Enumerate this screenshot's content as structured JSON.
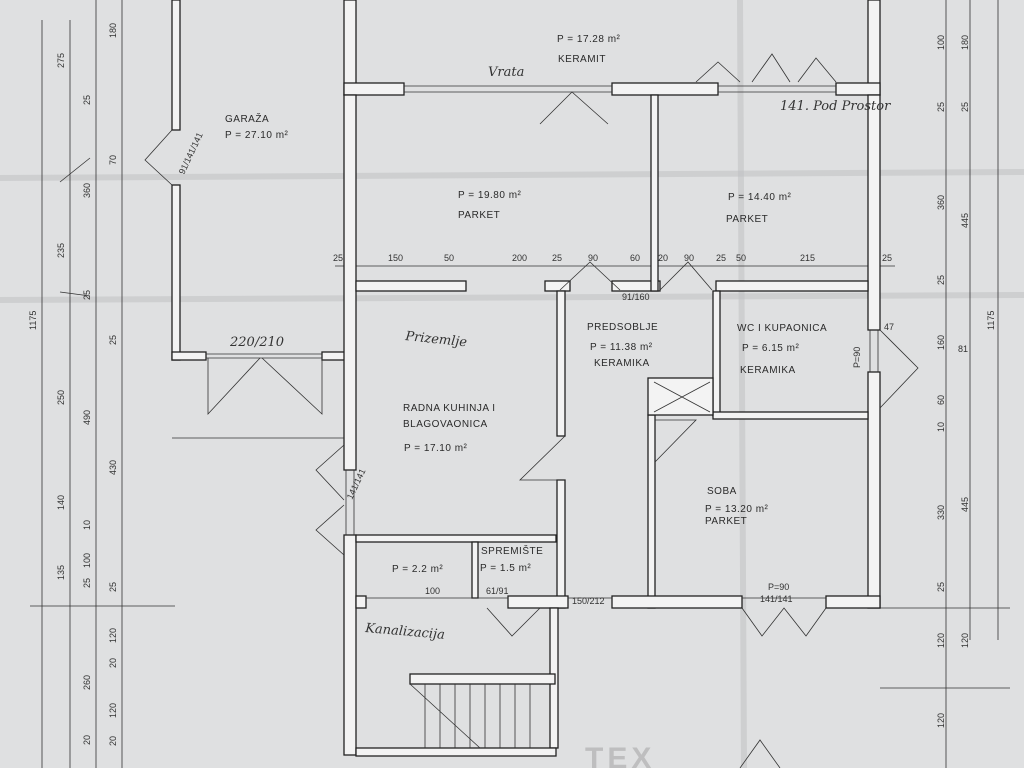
{
  "rooms": {
    "terrace": {
      "area": "P = 17.28 m²",
      "floor": "KERAMIT"
    },
    "garage": {
      "name": "GARAŽA",
      "area": "P = 27.10 m²"
    },
    "living": {
      "area": "P = 19.80 m²",
      "floor": "PARKET"
    },
    "room_ne": {
      "area": "P = 14.40 m²",
      "floor": "PARKET"
    },
    "hall": {
      "name": "PREDSOBLJE",
      "area": "P = 11.38 m²",
      "floor": "KERAMIKA"
    },
    "wc": {
      "name": "WC I KUPAONICA",
      "area": "P = 6.15 m²",
      "floor": "KERAMIKA"
    },
    "kitchen": {
      "name1": "RADNA KUHINJA I",
      "name2": "BLAGOVAONICA",
      "area": "P = 17.10 m²"
    },
    "soba": {
      "name": "SOBA",
      "area": "P = 13.20 m²",
      "floor": "PARKET"
    },
    "small1": {
      "area": "P = 2.2 m²"
    },
    "storage": {
      "name": "SPREMIŠTE",
      "area": "P = 1.5 m²"
    }
  },
  "notes": {
    "vrata": "Vrata",
    "prostor": "141. Pod Prostor",
    "prizemlje": "Prizemlje",
    "kanalizacija": "Kanalizacija",
    "p90_right": "P=90",
    "p90_bottom": "P=90"
  },
  "door_labels": {
    "garage_door": "220/210",
    "garage_side": "91/141/141",
    "kitchen_side": "141/141",
    "win_small1": "100",
    "win_storage": "61/91",
    "win_hall": "150/212",
    "win_soba": "141/141",
    "hall_top": "91/160",
    "wc_win": "47",
    "wc_area": "81"
  },
  "interior_dims": [
    "25",
    "150",
    "50",
    "200",
    "25",
    "90",
    "60",
    "20",
    "90",
    "25",
    "50",
    "215",
    "25"
  ],
  "left_dims_outer": [
    "1175"
  ],
  "left_dims_mid": [
    "275",
    "25",
    "360",
    "235",
    "25",
    "25",
    "250",
    "140",
    "135",
    "25",
    "260",
    "20"
  ],
  "left_dims_inner": [
    "180",
    "70",
    "490",
    "430",
    "10",
    "100",
    "25",
    "120",
    "20",
    "120",
    "20"
  ],
  "right_dims_inner": [
    "100",
    "25",
    "360",
    "25",
    "160",
    "60",
    "10",
    "330",
    "25",
    "120",
    "120"
  ],
  "right_dims_mid": [
    "180",
    "25",
    "445",
    "445",
    "120"
  ],
  "right_dims_outer": [
    "1175"
  ],
  "watermark": "TEX"
}
